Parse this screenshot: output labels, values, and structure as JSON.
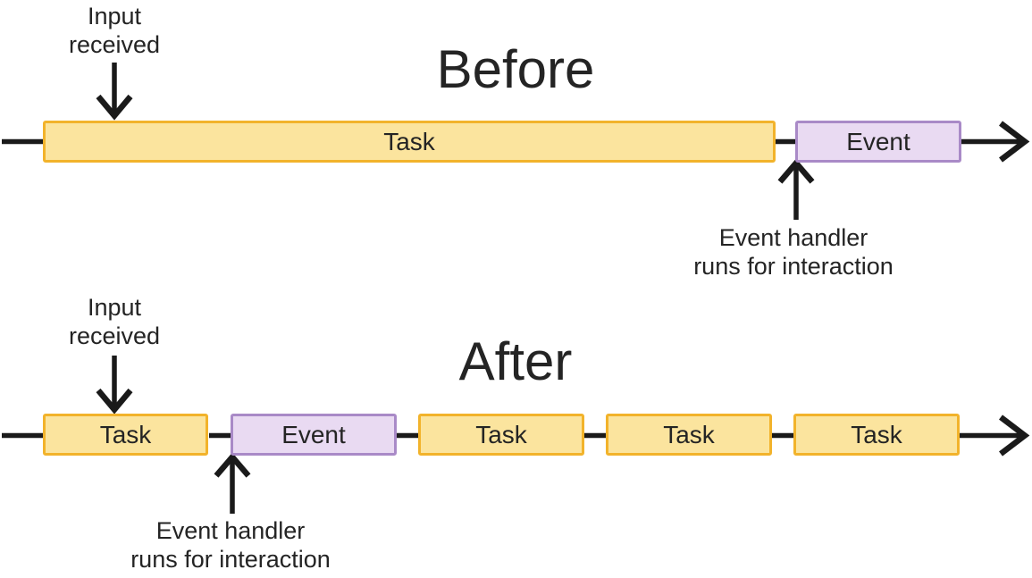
{
  "colors": {
    "task_fill": "#FBE49E",
    "task_border": "#F2B32B",
    "event_fill": "#E9DAF2",
    "event_border": "#A98AC7",
    "line_color": "#1A1A1A",
    "text_color": "#242424",
    "background": "#FFFFFF"
  },
  "before": {
    "title": "Before",
    "input_annotation": {
      "line1": "Input",
      "line2": "received"
    },
    "timeline": {
      "segments": [
        {
          "type": "task",
          "label": "Task"
        },
        {
          "type": "event",
          "label": "Event"
        }
      ]
    },
    "handler_annotation": {
      "line1": "Event handler",
      "line2": "runs for interaction"
    }
  },
  "after": {
    "title": "After",
    "input_annotation": {
      "line1": "Input",
      "line2": "received"
    },
    "timeline": {
      "segments": [
        {
          "type": "task",
          "label": "Task"
        },
        {
          "type": "event",
          "label": "Event"
        },
        {
          "type": "task",
          "label": "Task"
        },
        {
          "type": "task",
          "label": "Task"
        },
        {
          "type": "task",
          "label": "Task"
        }
      ]
    },
    "handler_annotation": {
      "line1": "Event handler",
      "line2": "runs for interaction"
    }
  }
}
